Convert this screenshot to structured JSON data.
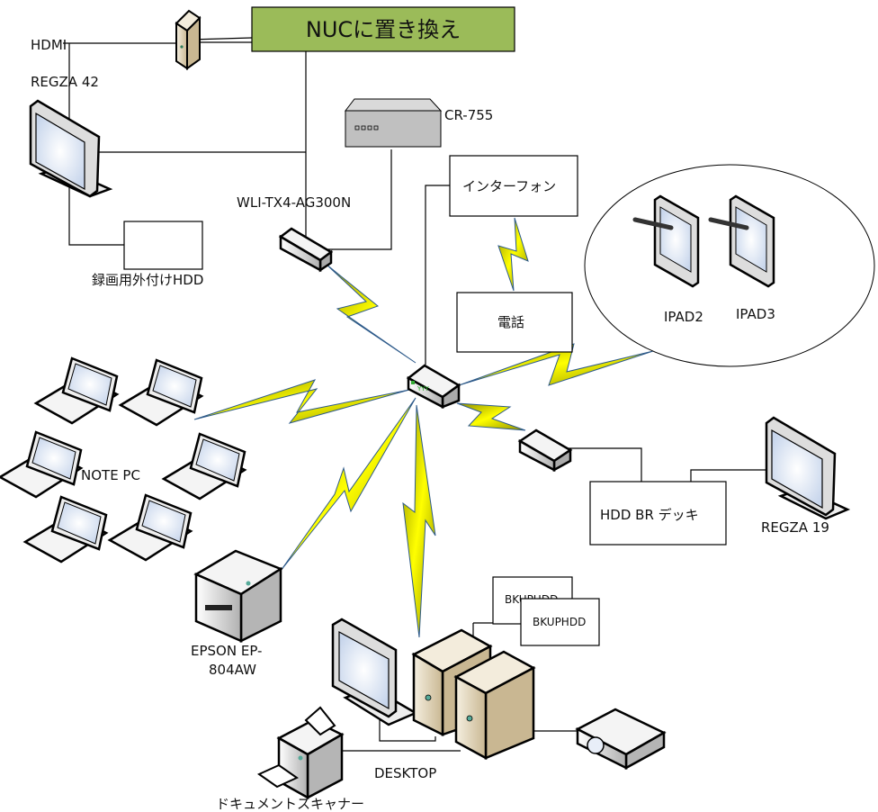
{
  "diagram": {
    "title_box": {
      "label": "NUCに置き換え",
      "color": "#9bbb59"
    },
    "labels": {
      "hdmi": "HDMI",
      "regza42": "REGZA 42",
      "cr755": "CR-755",
      "wli": "WLI-TX4-AG300N",
      "recording_hdd": "録画用外付けHDD",
      "interphone": "インターフォン",
      "telephone": "電話",
      "ipad2": "IPAD2",
      "ipad3": "IPAD3",
      "note_pc": "NOTE PC",
      "hdd_br": "HDD BR デッキ",
      "regza19": "REGZA 19",
      "epson_line1": "EPSON EP-",
      "epson_line2": "804AW",
      "bkuphdd_back": "BKUPHDD",
      "bkuphdd_front": "BKUPHDD",
      "desktop": "DESKTOP",
      "scanner": "ドキュメントスキャナー"
    },
    "colors": {
      "bolt_yellow": "#ffff00",
      "bolt_olive": "#8c8c00",
      "bolt_edge": "#2d5a8a",
      "screen_blue": "#dbe6f5",
      "server_beige": "#e8dcc0",
      "cr755_gray": "#c0c0c0"
    }
  }
}
